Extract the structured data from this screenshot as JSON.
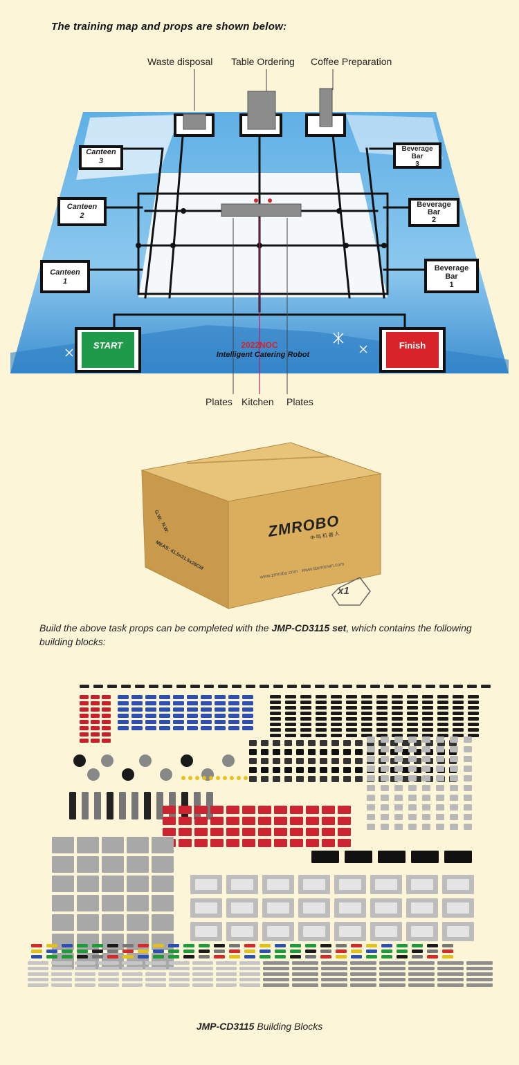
{
  "heading": "The training map and props are shown below:",
  "map": {
    "top_labels": [
      "Waste disposal",
      "Table Ordering",
      "Coffee Preparation"
    ],
    "bottom_labels": [
      "Plates",
      "Kitchen",
      "Plates"
    ],
    "canteens": [
      {
        "name": "Canteen",
        "num": "3"
      },
      {
        "name": "Canteen",
        "num": "2"
      },
      {
        "name": "Canteen",
        "num": "1"
      }
    ],
    "beverage_bars": [
      {
        "name1": "Beverage",
        "name2": "Bar",
        "num": "3"
      },
      {
        "name1": "Beverage",
        "name2": "Bar",
        "num": "2"
      },
      {
        "name1": "Beverage",
        "name2": "Bar",
        "num": "1"
      }
    ],
    "start_label": "START",
    "finish_label": "Finish",
    "event_year": "2022NOC",
    "event_name": "Intelligent Catering Robot"
  },
  "box": {
    "brand": "ZMROBO",
    "brand_cn": "中 鸣 机 器 人",
    "gw": "G.W:",
    "nw": "N.W:",
    "meas": "MEAS: 41.5x31.5x26CM",
    "urls": "www.zmrobo.com   www.stemtown.com",
    "qty": "x1"
  },
  "intro": {
    "part1": "Build the above task props can be completed with the ",
    "set_name": "JMP-CD3115 set",
    "part2": ", which contains the following building blocks:"
  },
  "caption": {
    "bold": "JMP-CD3115",
    "rest": " Building Blocks"
  },
  "colors": {
    "background": "#fdf5d8",
    "map_blue": "#3d8fd0",
    "start_green": "#1e9a4a",
    "finish_red": "#d8232a",
    "box_kraft": "#d9ac5c"
  }
}
